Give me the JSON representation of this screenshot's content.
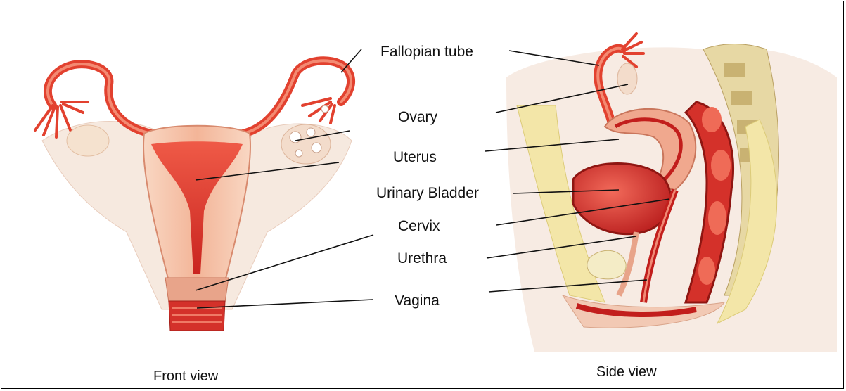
{
  "labels": {
    "fallopian": "Fallopian tube",
    "ovary": "Ovary",
    "uterus": "Uterus",
    "bladder": "Urinary Bladder",
    "cervix": "Cervix",
    "urethra": "Urethra",
    "vagina": "Vagina"
  },
  "captions": {
    "front": "Front view",
    "side": "Side view"
  },
  "colors": {
    "muscle": "#e8413a",
    "dark_red": "#b5161a",
    "flesh": "#f6c9b4",
    "pale": "#f4e6da",
    "fat": "#f3e6a8",
    "spine": "#d8c48a",
    "line": "#111111"
  }
}
